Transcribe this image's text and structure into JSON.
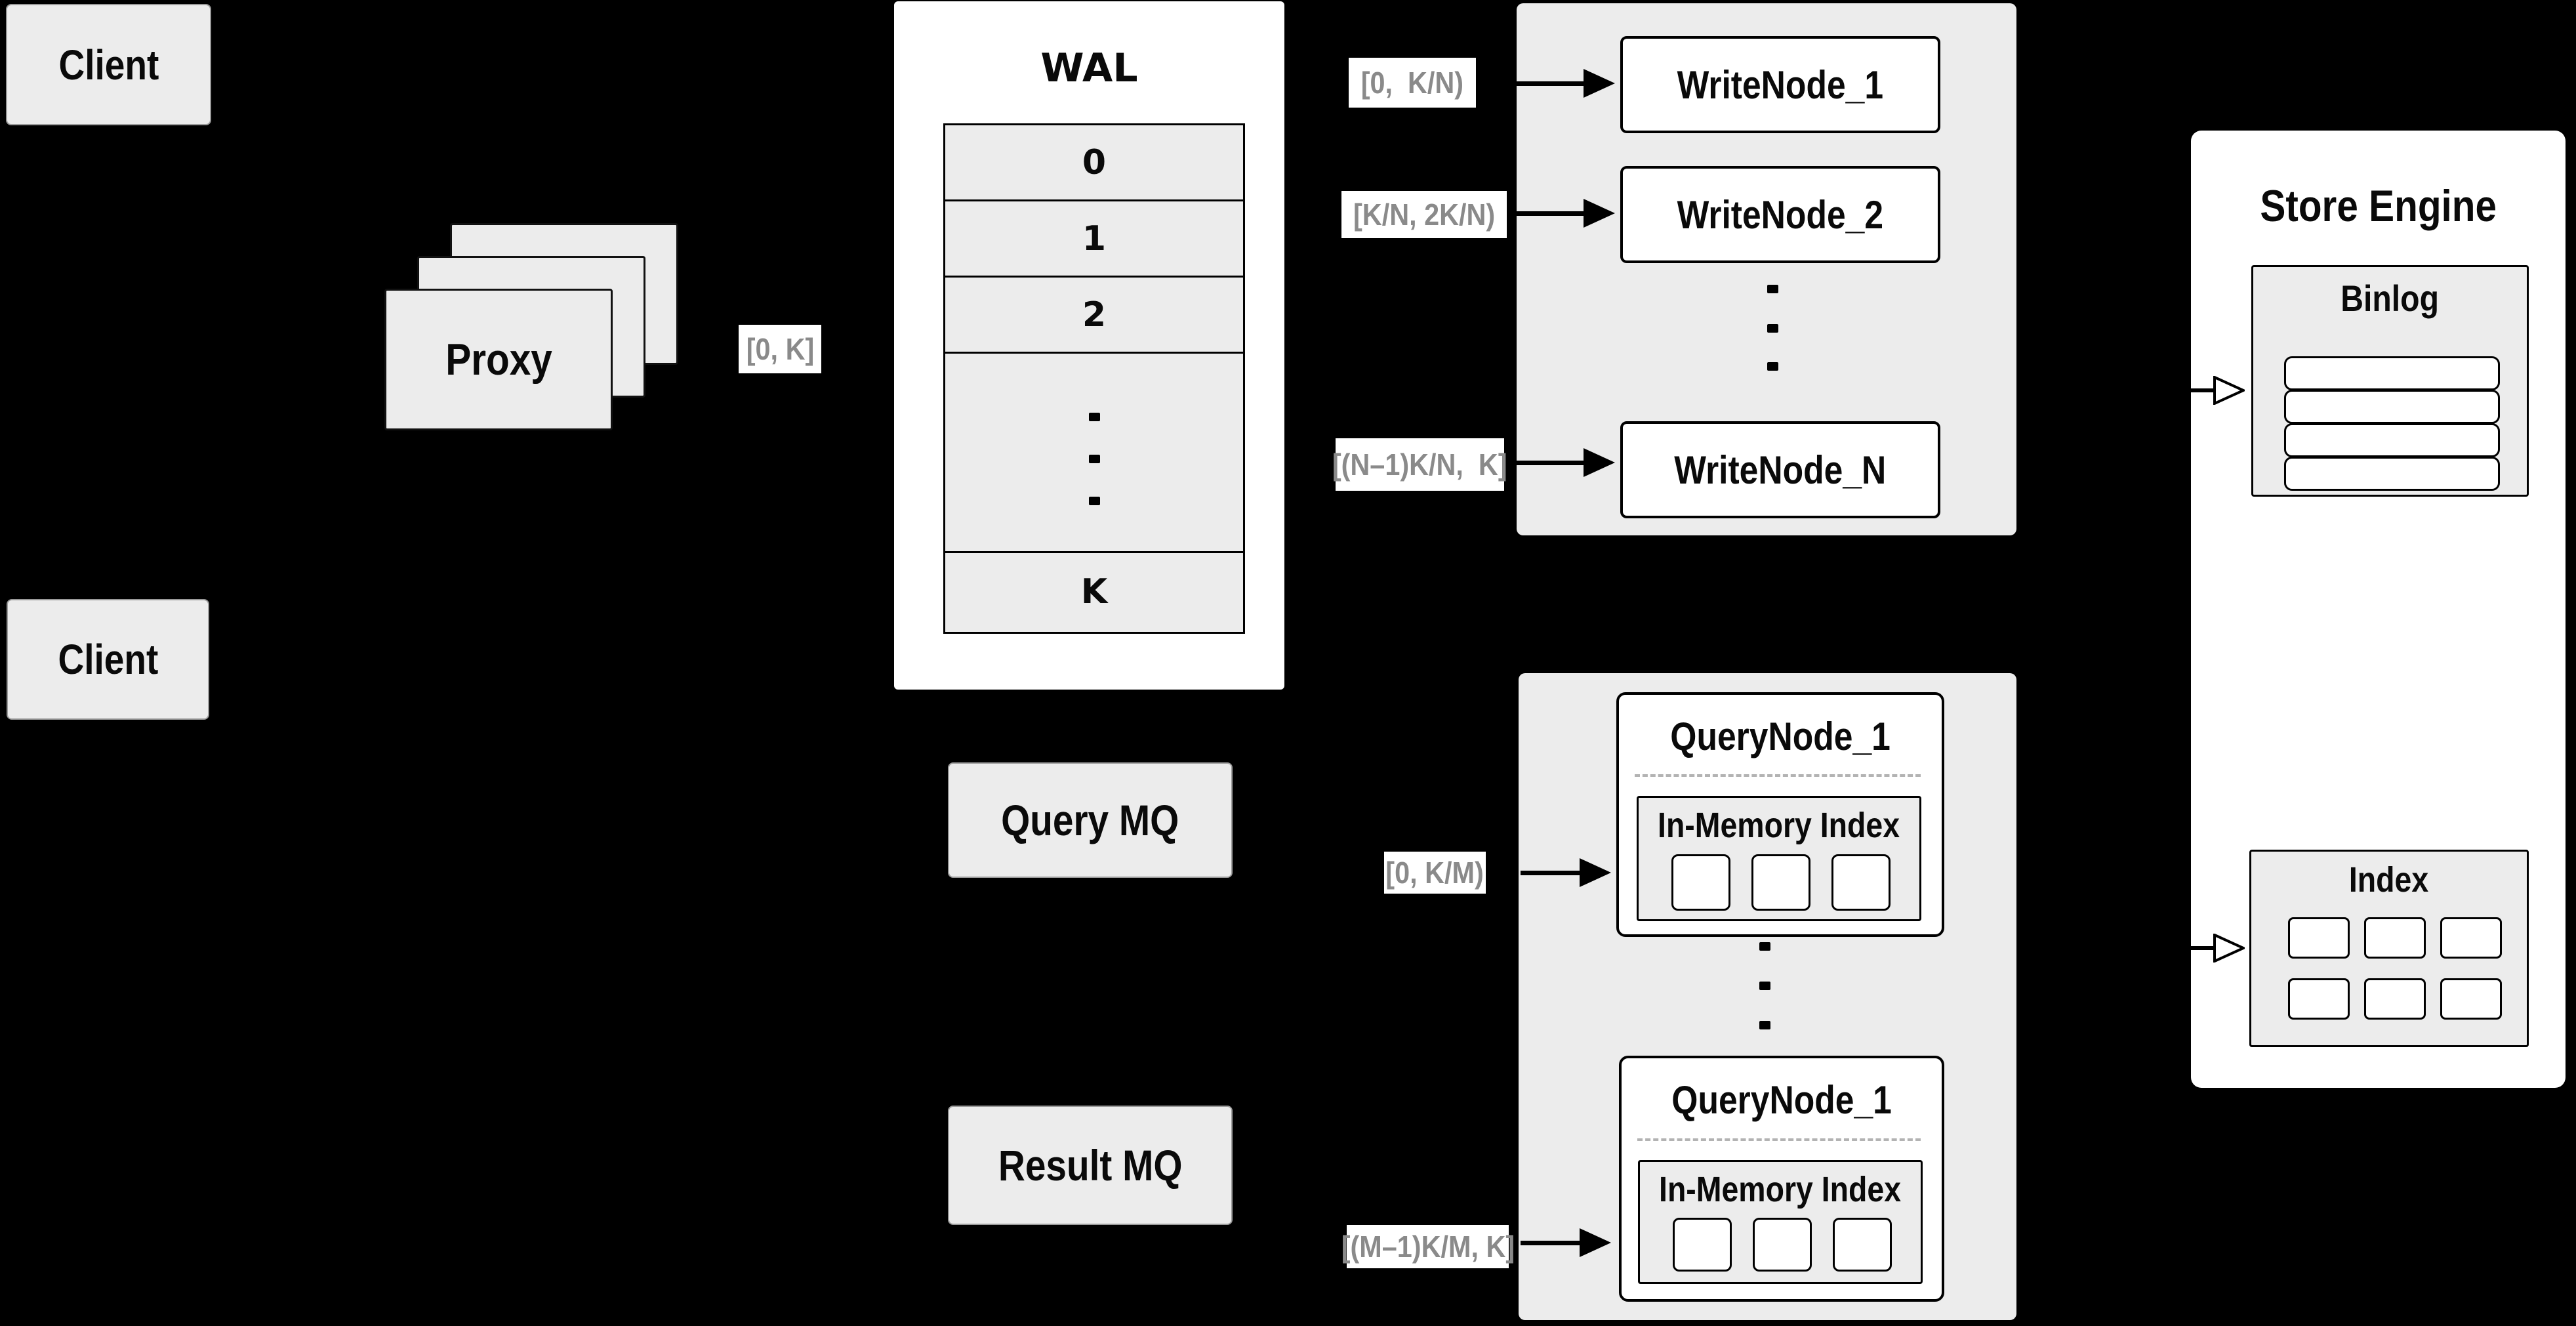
{
  "colors": {
    "background": "#000000",
    "panel_fill": "#ececec",
    "node_fill": "#ffffff",
    "border_dark": "#000000",
    "border_light": "#9b9b9b",
    "range_text": "#8a8a8a",
    "dashed_divider": "#b3b3b3",
    "text": "#0a0a0a"
  },
  "clients": {
    "top": "Client",
    "bottom": "Client"
  },
  "proxy": {
    "label": "Proxy"
  },
  "mq": {
    "query": "Query MQ",
    "result": "Result MQ"
  },
  "wal": {
    "title": "WAL",
    "rows": [
      "0",
      "1",
      "2",
      "K"
    ]
  },
  "ranges": {
    "proxy_out": "[0, K]",
    "write_1": "[0,  K/N)",
    "write_2": "[K/N, 2K/N)",
    "write_n": "[(N–1)K/N,  K]",
    "query_1": "[0, K/M)",
    "query_m": "[(M–1)K/M, K]"
  },
  "write_nodes": {
    "n1": "WriteNode_1",
    "n2": "WriteNode_2",
    "nn": "WriteNode_N"
  },
  "query_nodes": {
    "top": {
      "title": "QueryNode_1",
      "index_title": "In-Memory Index"
    },
    "bottom": {
      "title": "QueryNode_1",
      "index_title": "In-Memory Index"
    }
  },
  "store": {
    "title": "Store Engine",
    "binlog": "Binlog",
    "index": "Index"
  }
}
